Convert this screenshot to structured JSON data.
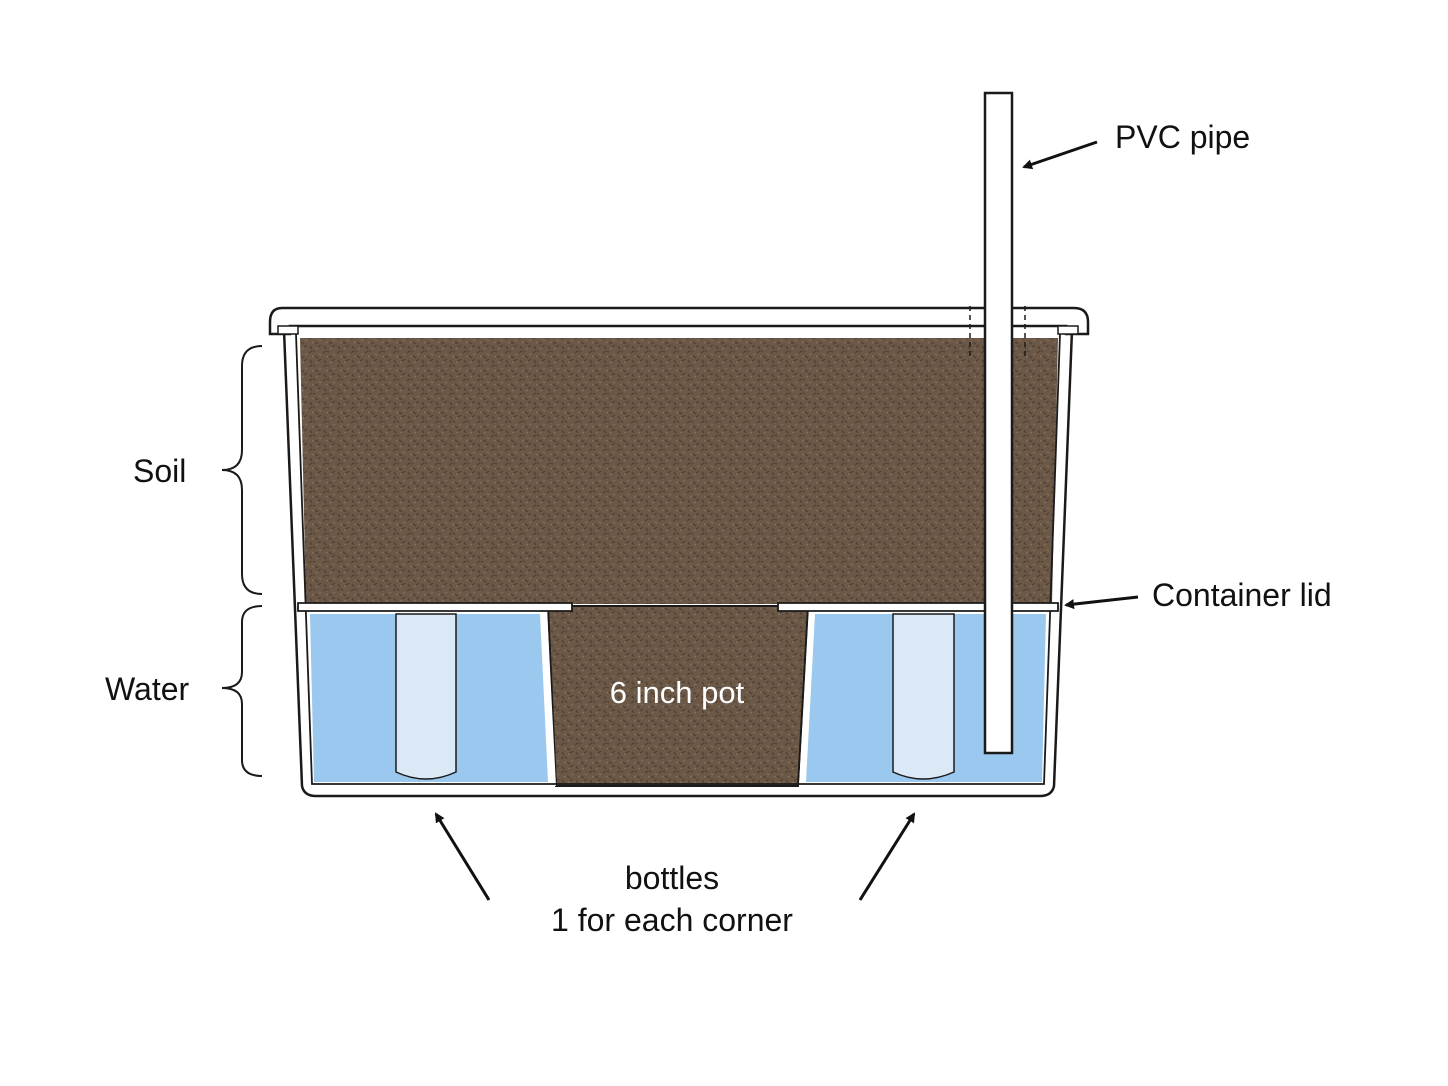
{
  "labels": {
    "pvc_pipe": "PVC pipe",
    "soil": "Soil",
    "water": "Water",
    "container_lid": "Container lid",
    "pot": "6 inch pot",
    "bottles_line1": "bottles",
    "bottles_line2": "1 for each corner"
  },
  "colors": {
    "soil": "#6b5847",
    "soil_dark": "#4f3f32",
    "water": "#9ac8ee",
    "bottle": "#dbe9f6",
    "outline": "#1a1a1a",
    "container": "#ffffff"
  }
}
